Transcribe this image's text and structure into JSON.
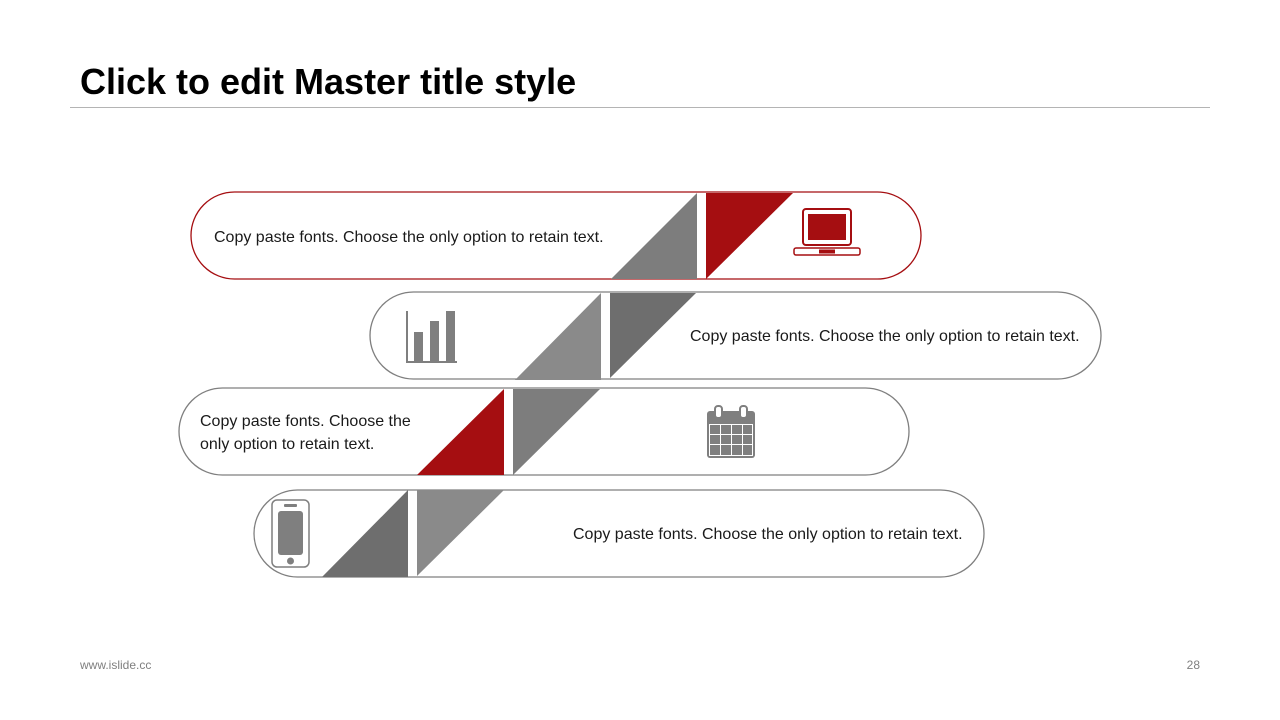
{
  "slide": {
    "title": "Click to edit Master title style",
    "footer_url": "www.islide.cc",
    "page_number": "28"
  },
  "items": [
    {
      "text": "Copy paste fonts. Choose the only option to retain text.",
      "icon": "laptop-icon"
    },
    {
      "text": "Copy paste fonts. Choose the only option to retain text.",
      "icon": "bar-chart-icon"
    },
    {
      "text": "Copy paste fonts. Choose the only option to retain text.",
      "icon": "calendar-icon"
    },
    {
      "text": "Copy paste fonts. Choose the only option to retain text.",
      "icon": "smartphone-icon"
    }
  ],
  "colors": {
    "accent": "#a50e11",
    "gray_dark": "#6e6e6e",
    "gray_mid": "#7d7d7d",
    "gray_light": "#8a8a8a",
    "outline_gray": "#7f7f7f"
  }
}
